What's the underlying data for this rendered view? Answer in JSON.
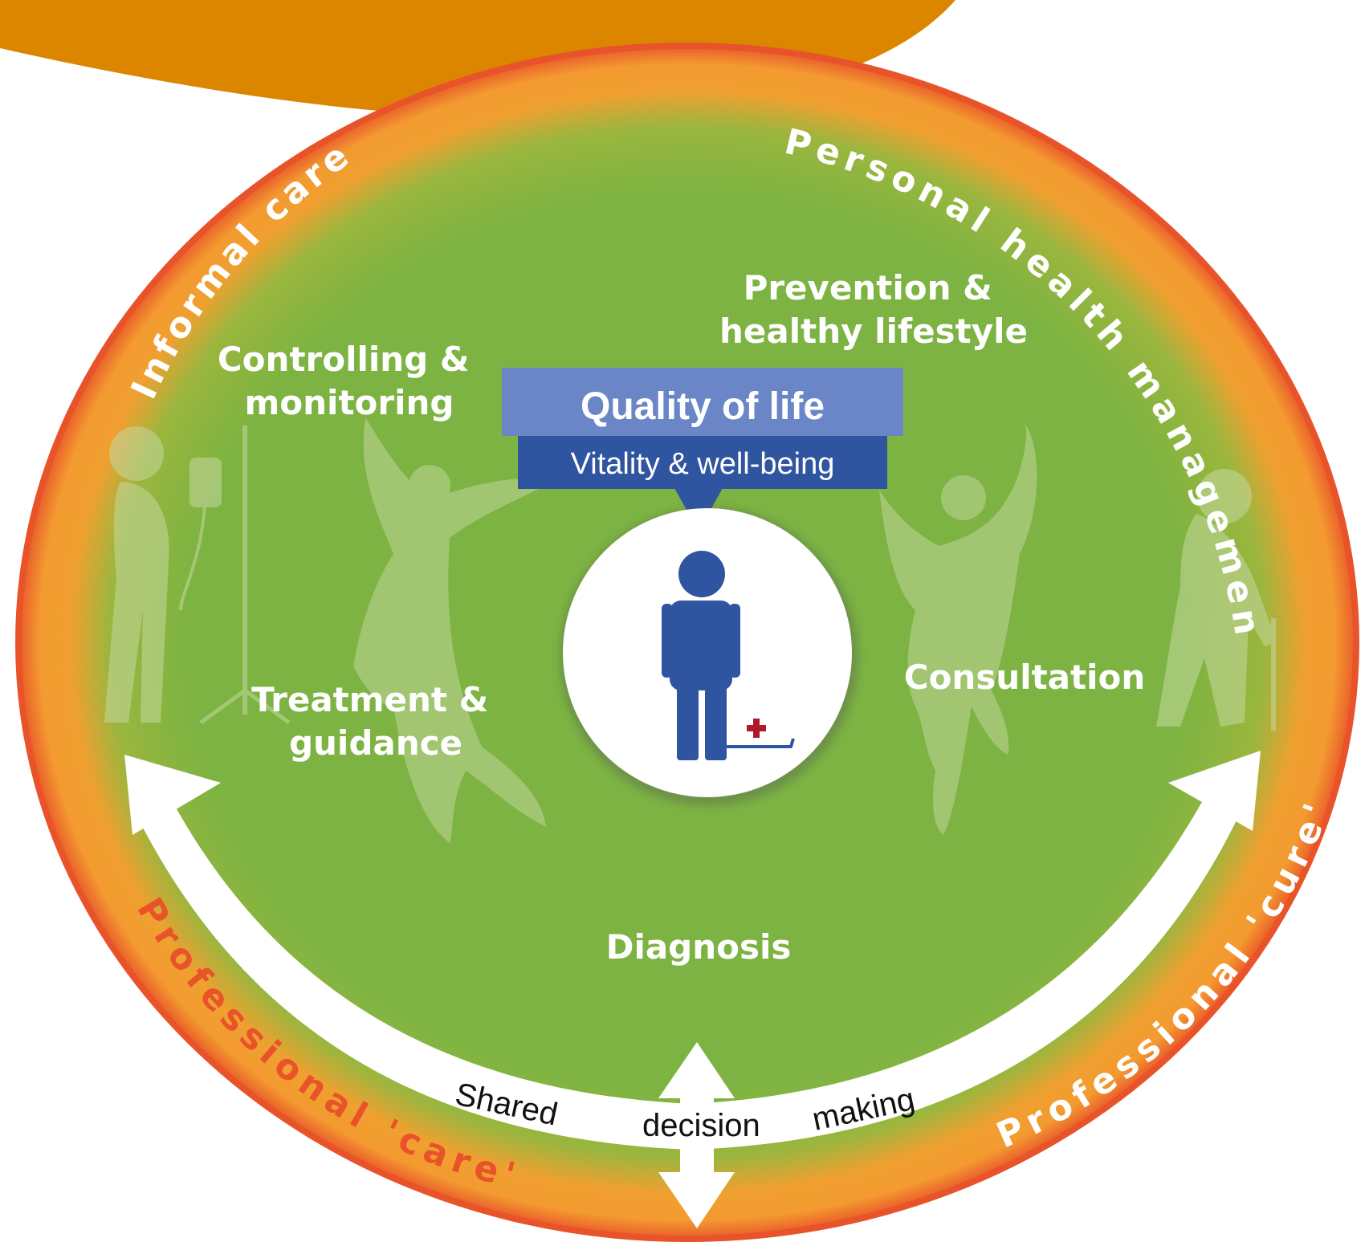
{
  "outer_ring": {
    "top_left": "Informal care",
    "top_right": "Personal health management",
    "bottom_left": "Professional 'care'",
    "bottom_right": "Professional 'cure'"
  },
  "activities": {
    "controlling_line1": "Controlling &",
    "controlling_line2": "monitoring",
    "prevention_line1": "Prevention &",
    "prevention_line2": "healthy lifestyle",
    "treatment_line1": "Treatment &",
    "treatment_line2": "guidance",
    "consultation": "Consultation",
    "diagnosis": "Diagnosis"
  },
  "center": {
    "title": "Quality of life",
    "subtitle": "Vitality & well-being"
  },
  "shared_decision": {
    "word1": "Shared",
    "word2": "decision",
    "word3": "making"
  },
  "colors": {
    "inner_green": "#7cb342",
    "ring_orange": "#f0a030",
    "ring_red": "#e8532a",
    "banner_light": "#6a86c6",
    "banner_dark": "#2f55a0",
    "person_blue": "#2f55a0",
    "cross_red": "#b0182a"
  }
}
